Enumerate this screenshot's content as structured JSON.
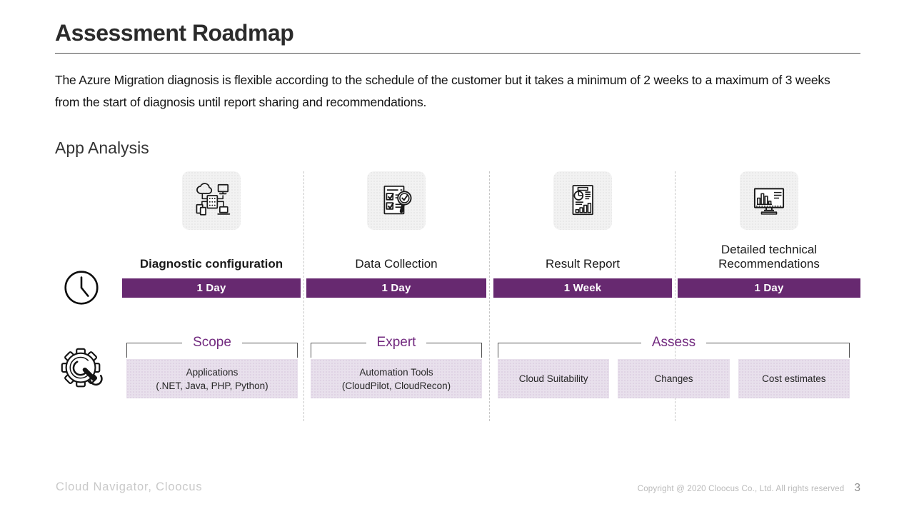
{
  "slide": {
    "title": "Assessment Roadmap",
    "intro": "The Azure Migration diagnosis is flexible according to the schedule of the customer but it takes a minimum of 2 weeks to a maximum of 3 weeks from the start of diagnosis until report sharing and recommendations.",
    "section_heading": "App Analysis"
  },
  "phases": [
    {
      "title": "Diagnostic configuration",
      "duration": "1 Day",
      "icon": "network-architecture-icon"
    },
    {
      "title": "Data Collection",
      "duration": "1 Day",
      "icon": "checklist-magnifier-icon"
    },
    {
      "title": "Result Report",
      "duration": "1 Week",
      "icon": "report-document-icon"
    },
    {
      "title": "Detailed technical Recommendations",
      "duration": "1 Day",
      "icon": "monitor-chart-icon"
    }
  ],
  "rows": {
    "duration_row_icon": "clock-icon",
    "tools_row_icon": "gear-wrench-icon"
  },
  "groups": [
    {
      "label": "Scope",
      "boxes": [
        {
          "line1": "Applications",
          "line2": "(.NET, Java, PHP, Python)"
        }
      ]
    },
    {
      "label": "Expert",
      "boxes": [
        {
          "line1": "Automation Tools",
          "line2": "(CloudPilot,  CloudRecon)"
        }
      ]
    },
    {
      "label": "Assess",
      "boxes": [
        {
          "line1": "Cloud Suitability"
        },
        {
          "line1": "Changes"
        },
        {
          "line1": "Cost estimates"
        }
      ]
    }
  ],
  "colors": {
    "duration_bar": "#672970",
    "group_label": "#722a7f",
    "box_background": "#e8e0ec",
    "icon_tile_background": "#f2f2f2"
  },
  "footer": {
    "left_text": "Cloud Navigator, Cloocus",
    "copyright": "Copyright @ 2020 Cloocus Co., Ltd. All rights reserved",
    "page_number": "3"
  }
}
